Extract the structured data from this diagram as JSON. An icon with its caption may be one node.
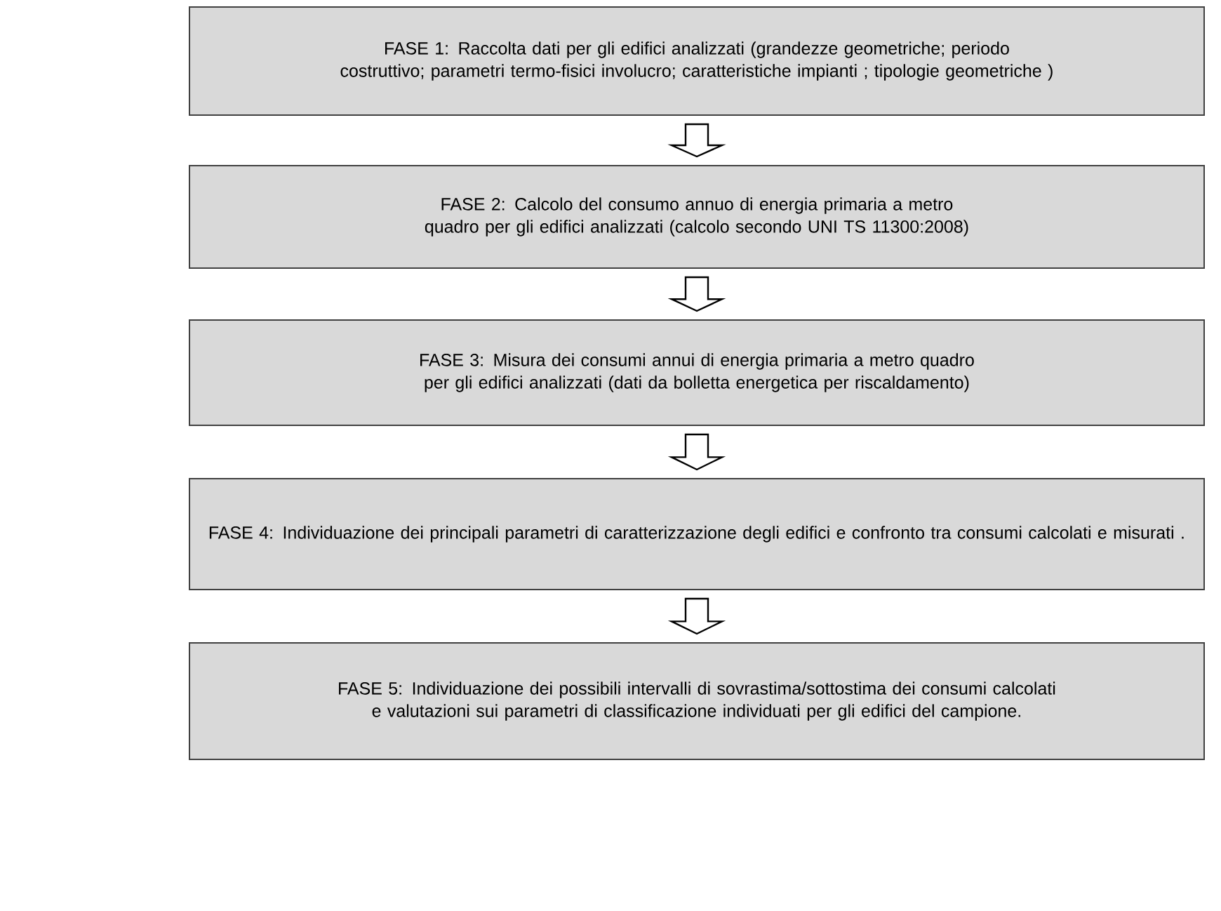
{
  "diagram": {
    "nodes": [
      {
        "text": [
          "FASE 1: Raccolta dati per gli edifici analizzati (grandezze geometriche; periodo costruttivo; parametri termo-fisici involucro; caratteristiche impianti ; tipologie geometriche )"
        ]
      },
      {
        "text": [
          "FASE 2: Calcolo del consumo annuo di energia primaria a metro quadro per gli edifici analizzati (calcolo secondo UNI TS 11300:2008)"
        ]
      },
      {
        "text": [
          "FASE 3: Misura dei consumi annui di energia primaria a metro quadro per gli edifici analizzati (dati da bolletta energetica per riscaldamento)"
        ]
      },
      {
        "text": [
          "FASE 4: Individuazione dei principali parametri di caratterizzazione degli edifici e confronto tra consumi calcolati e misurati ."
        ]
      },
      {
        "text": [
          "FASE 5: Individuazione dei possibili intervalli di sovrastima/sottostima dei consumi calcolati e valutazioni sui parametri di classificazione individuati per gli edifici del campione."
        ]
      }
    ],
    "edges": [
      {
        "from": 0,
        "to": 1,
        "arrow": "to"
      },
      {
        "from": 1,
        "to": 2,
        "arrow": "to"
      },
      {
        "from": 2,
        "to": 3,
        "arrow": "to"
      },
      {
        "from": 3,
        "to": 4,
        "arrow": "to"
      }
    ]
  }
}
